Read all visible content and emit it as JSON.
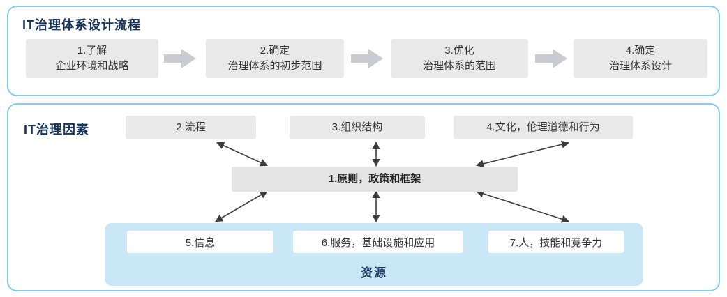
{
  "top_panel": {
    "title": "IT治理体系设计流程",
    "steps": [
      {
        "line1": "1.了解",
        "line2": "企业环境和战略"
      },
      {
        "line1": "2.确定",
        "line2": "治理体系的初步范围"
      },
      {
        "line1": "3.优化",
        "line2": "治理体系的范围"
      },
      {
        "line1": "4.确定",
        "line2": "治理体系设计"
      }
    ]
  },
  "bottom_panel": {
    "title": "IT治理因素",
    "top_factors": [
      "2.流程",
      "3.组织结构",
      "4.文化，伦理道德和行为"
    ],
    "center_factor": "1.原则，政策和框架",
    "resource_items": [
      "5.信息",
      "6.服务，基础设施和应用",
      "7.人，技能和竞争力"
    ],
    "resource_label": "资源"
  },
  "colors": {
    "panel_border": "#85CBEC",
    "title_text": "#17365D",
    "box_gray": "#E9E9EA",
    "center_box_gray": "#E4E4E5",
    "flow_arrow_gray": "#C9CDD2",
    "connector_dark": "#3D3D3D",
    "resource_container_blue": "#C9E7F7",
    "body_text": "#333333"
  }
}
